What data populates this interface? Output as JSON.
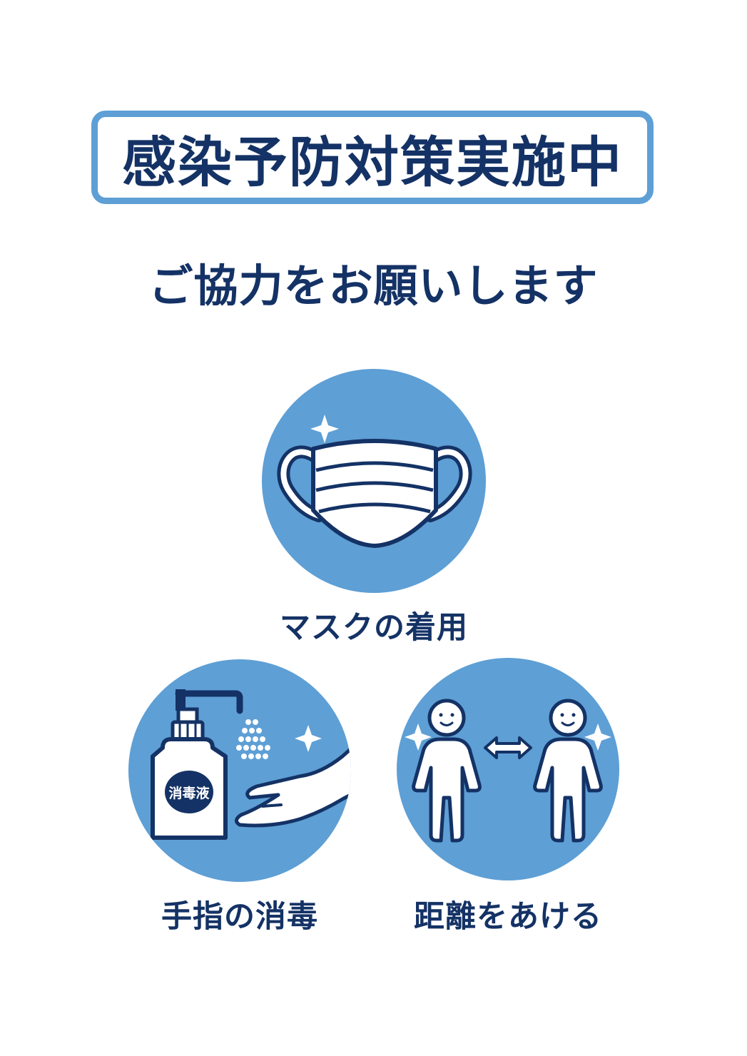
{
  "title": "感染予防対策実施中",
  "subtitle": "ご協力をお願いします",
  "items": [
    {
      "caption": "マスクの着用",
      "icon": "face-mask-icon"
    },
    {
      "caption": "手指の消毒",
      "icon": "hand-sanitizer-icon",
      "bottle_label": "消毒液"
    },
    {
      "caption": "距離をあける",
      "icon": "social-distance-icon"
    }
  ],
  "colors": {
    "navy": "#143265",
    "circle_blue": "#5e9fd5",
    "white": "#ffffff"
  }
}
